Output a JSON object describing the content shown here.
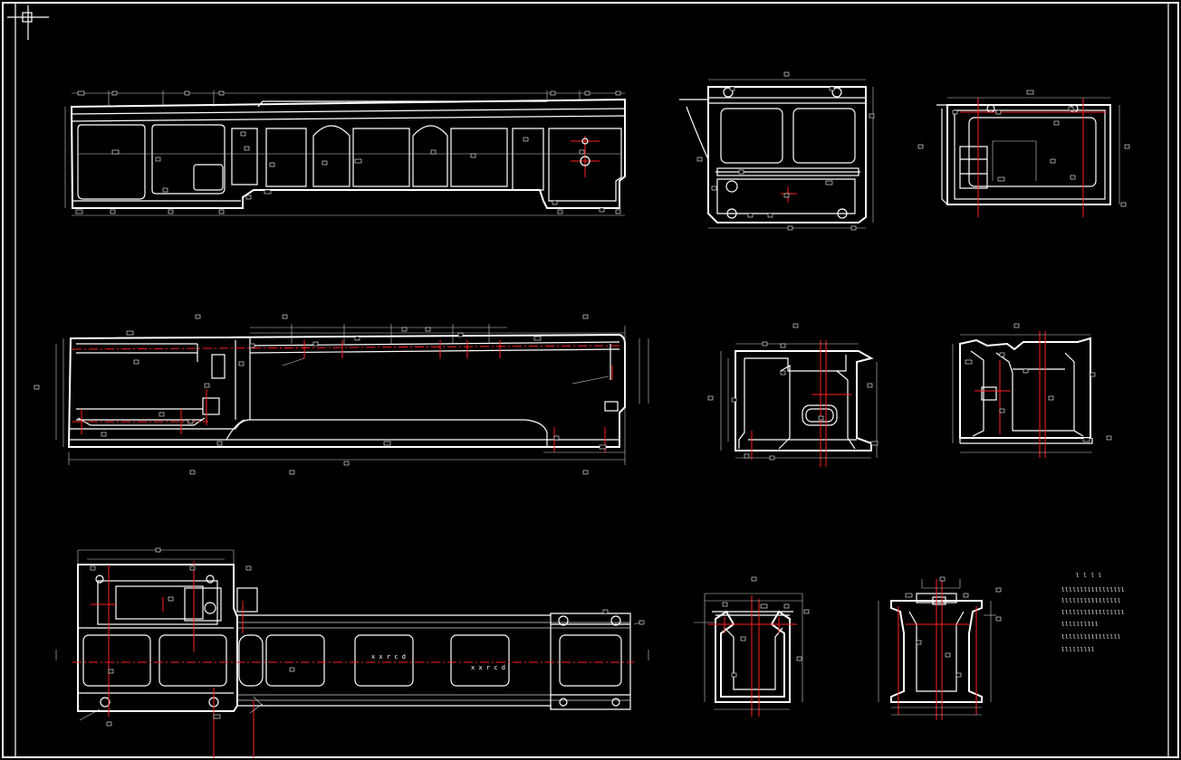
{
  "drawing": {
    "background": "#000000",
    "line_color": "#ffffff",
    "centerline_color": "#ff2020"
  },
  "views": [
    {
      "name": "top-elevation-view"
    },
    {
      "name": "side-end-view-upper"
    },
    {
      "name": "side-end-view-right-upper"
    },
    {
      "name": "middle-elevation-view"
    },
    {
      "name": "section-view-middle-left"
    },
    {
      "name": "section-view-middle-right"
    },
    {
      "name": "plan-view-bottom"
    },
    {
      "name": "section-view-bottom-left"
    },
    {
      "name": "section-view-bottom-right"
    }
  ],
  "annotations": {
    "plan_label_1": "x x r c d",
    "plan_label_2": "x x r c d"
  },
  "notes": {
    "header": "l l l l",
    "lines": [
      "lllllllllllllllll",
      "llllllllllllllll",
      "lllllllllllllllll",
      "llllllllll",
      "llllllllllllllll",
      "lllllllll"
    ]
  },
  "icons": {
    "ucs": "ucs-crosshair-icon"
  }
}
